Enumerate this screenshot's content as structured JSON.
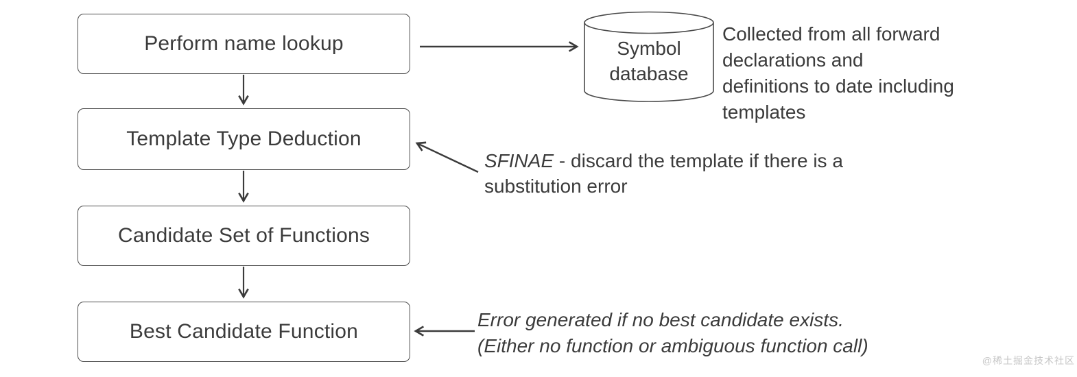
{
  "diagram": {
    "boxes": [
      {
        "label": "Perform name lookup"
      },
      {
        "label": "Template Type Deduction"
      },
      {
        "label": "Candidate Set of Functions"
      },
      {
        "label": "Best Candidate Function"
      }
    ],
    "database": {
      "label_line1": "Symbol",
      "label_line2": "database"
    },
    "notes": {
      "collected": {
        "lines": [
          "Collected from all forward",
          "declarations and",
          "definitions to date including",
          "templates"
        ]
      },
      "sfinae": {
        "term": "SFINAE",
        "rest": " - discard the template if there is a",
        "line2": "substitution error"
      },
      "error": {
        "line1": "Error generated if no best candidate exists.",
        "line2": "(Either no function or ambiguous function call)"
      }
    },
    "watermark": "@稀土掘金技术社区",
    "colors": {
      "stroke": "#3b3b3b",
      "box_border": "#4a4a4a",
      "text": "#3b3b3b",
      "watermark": "#c6c6c6",
      "background": "#ffffff"
    }
  }
}
